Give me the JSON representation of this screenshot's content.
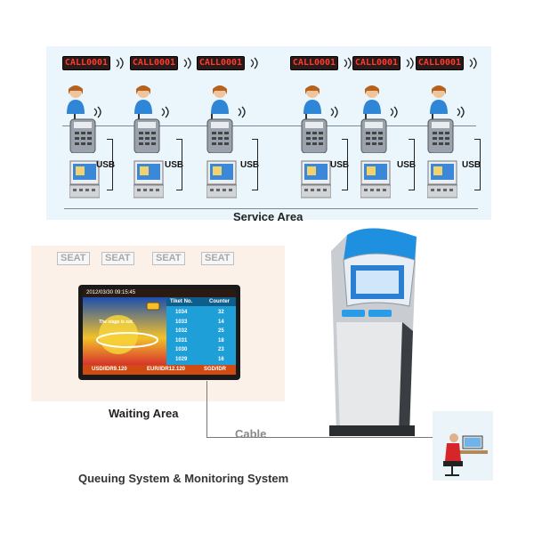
{
  "service_area": {
    "label": "Service Area",
    "counters": [
      {
        "call": "CALL0001",
        "usb": "USB"
      },
      {
        "call": "CALL0001",
        "usb": "USB"
      },
      {
        "call": "CALL0001",
        "usb": "USB"
      },
      {
        "call": "CALL0001",
        "usb": "USB"
      },
      {
        "call": "CALL0001",
        "usb": "USB"
      },
      {
        "call": "CALL0001",
        "usb": "USB"
      }
    ]
  },
  "waiting_area": {
    "label": "Waiting Area",
    "seats": [
      "SEAT",
      "SEAT",
      "SEAT",
      "SEAT"
    ],
    "tv": {
      "datetime": "2012/03/30  09:15:45",
      "stage_text": "The stage is set.",
      "headers": [
        "Tiket No.",
        "Counter"
      ],
      "rows": [
        [
          "1034",
          "32"
        ],
        [
          "1033",
          "14"
        ],
        [
          "1032",
          "25"
        ],
        [
          "1031",
          "18"
        ],
        [
          "1030",
          "23"
        ],
        [
          "1029",
          "16"
        ]
      ],
      "ticker": [
        "USD/IDR9.120",
        "EUR/IDR12.120",
        "SGD/IDR"
      ]
    }
  },
  "cable_label": "Cable",
  "footer_title": "Queuing System & Monitoring System",
  "colors": {
    "led_text": "#ff3b2b",
    "service_bg": "#eaf6fb",
    "waiting_bg": "#fbf1e8",
    "kiosk_screen": "#1f8fe0"
  }
}
